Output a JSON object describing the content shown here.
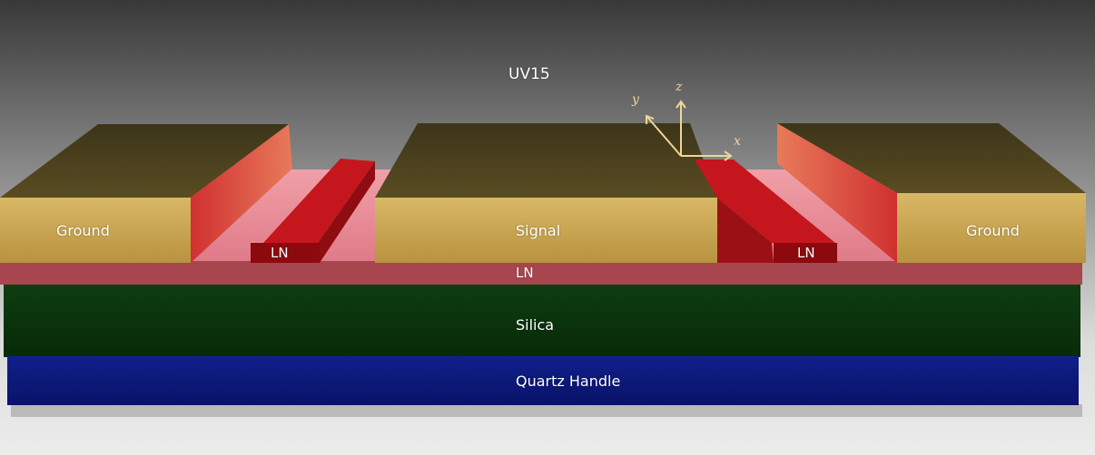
{
  "title": "UV15",
  "layers": {
    "ln": "LN",
    "silica": "Silica",
    "quartz_handle": "Quartz Handle"
  },
  "electrodes": {
    "ground_left": "Ground",
    "signal": "Signal",
    "ground_right": "Ground"
  },
  "waveguides": {
    "left": "LN",
    "right": "LN"
  },
  "axes": {
    "x": "x",
    "y": "y",
    "z": "z"
  },
  "colors": {
    "background_top": "#3a3a3a",
    "background_bottom": "#e9e9e9",
    "gold": "#c9a655",
    "gold_top": "#4a4120",
    "ln_film": "#a84650",
    "ln_ridge": "#c4161c",
    "ln_slab_top": "#e88c97",
    "silica": "#0b3a0d",
    "quartz": "#0d1a7a",
    "axis": "#f0d59a"
  }
}
